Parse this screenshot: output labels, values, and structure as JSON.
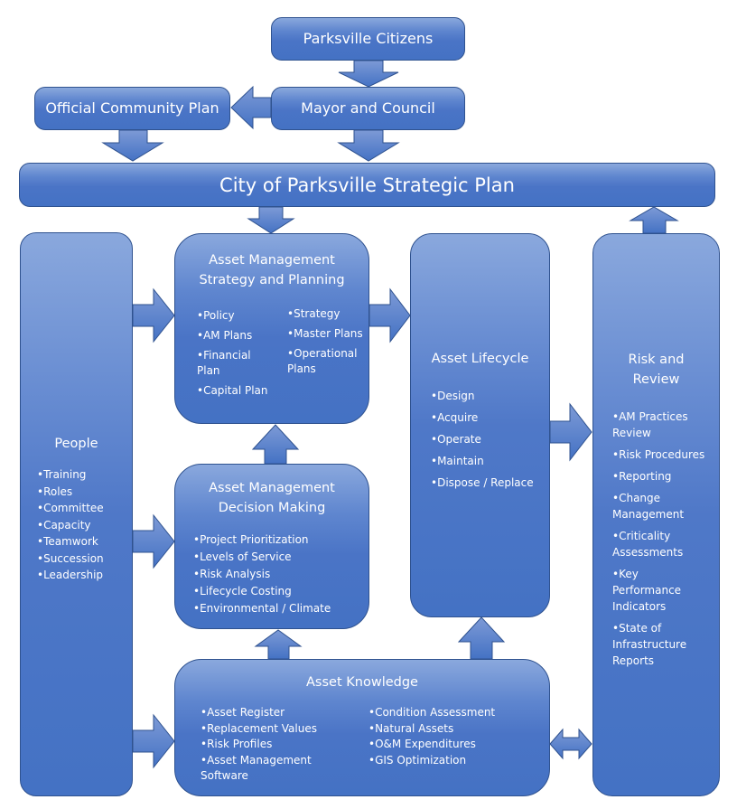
{
  "diagram": {
    "citizens": "Parksville Citizens",
    "mayor": "Mayor and Council",
    "ocp": "Official Community Plan",
    "strategic_plan": "City of Parksville Strategic Plan",
    "people": {
      "title": "People",
      "items": [
        "•Training",
        "•Roles",
        "•Committee",
        "•Capacity",
        "•Teamwork",
        "•Succession",
        "•Leadership"
      ]
    },
    "strategy": {
      "title_line1": "Asset Management",
      "title_line2": "Strategy and Planning",
      "left_items": [
        "•Policy",
        "•AM Plans",
        "•Financial Plan",
        "•Capital Plan"
      ],
      "right_items": [
        "•Strategy",
        "•Master Plans",
        "•Operational Plans"
      ]
    },
    "decision": {
      "title_line1": "Asset Management",
      "title_line2": "Decision Making",
      "items": [
        "•Project Prioritization",
        "•Levels of Service",
        "•Risk Analysis",
        "•Lifecycle Costing",
        "•Environmental / Climate"
      ]
    },
    "lifecycle": {
      "title": "Asset Lifecycle",
      "items": [
        "•Design",
        "•Acquire",
        "•Operate",
        "•Maintain",
        "•Dispose / Replace"
      ]
    },
    "risk": {
      "title_line1": "Risk and",
      "title_line2": "Review",
      "items": [
        "•AM Practices Review",
        "•Risk Procedures",
        "•Reporting",
        "•Change Management",
        "•Criticality Assessments",
        "•Key Performance Indicators",
        "•State of Infrastructure Reports"
      ]
    },
    "knowledge": {
      "title": "Asset Knowledge",
      "left_items": [
        "•Asset Register",
        "•Replacement Values",
        "•Risk Profiles",
        "•Asset Management Software"
      ],
      "right_items": [
        "•Condition Assessment",
        "•Natural Assets",
        "•O&M Expenditures",
        "•GIS Optimization"
      ]
    },
    "colors": {
      "box_fill": "#4472c4",
      "box_highlight": "#8aa8dd",
      "box_border": "#2f528f",
      "text": "#ffffff"
    }
  }
}
